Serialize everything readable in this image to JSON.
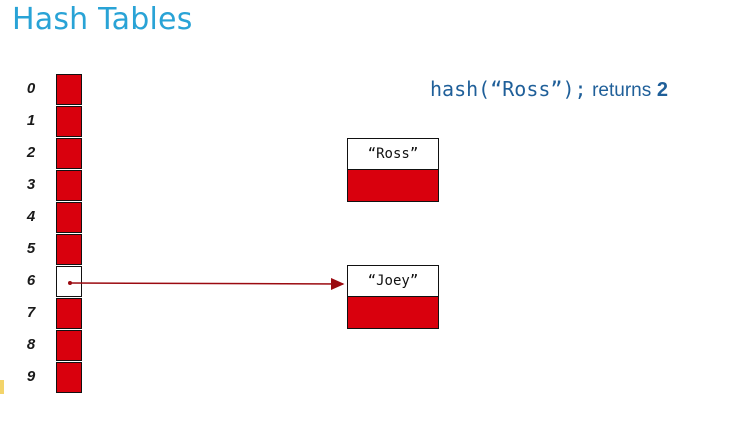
{
  "title": "Hash Tables",
  "indices": [
    "0",
    "1",
    "2",
    "3",
    "4",
    "5",
    "6",
    "7",
    "8",
    "9"
  ],
  "slots": [
    {
      "state": "filled"
    },
    {
      "state": "filled"
    },
    {
      "state": "filled"
    },
    {
      "state": "filled"
    },
    {
      "state": "filled"
    },
    {
      "state": "filled"
    },
    {
      "state": "empty"
    },
    {
      "state": "filled"
    },
    {
      "state": "filled"
    },
    {
      "state": "filled"
    }
  ],
  "nodes": {
    "ross": {
      "key": "“Ross”"
    },
    "joey": {
      "key": "“Joey”"
    }
  },
  "caption": {
    "code": "hash(“Ross”);",
    "word": "returns",
    "value": "2"
  },
  "colors": {
    "title": "#29a3d6",
    "slot_fill": "#d9000d",
    "arrow": "#9b0a10",
    "caption": "#1f5f99"
  }
}
